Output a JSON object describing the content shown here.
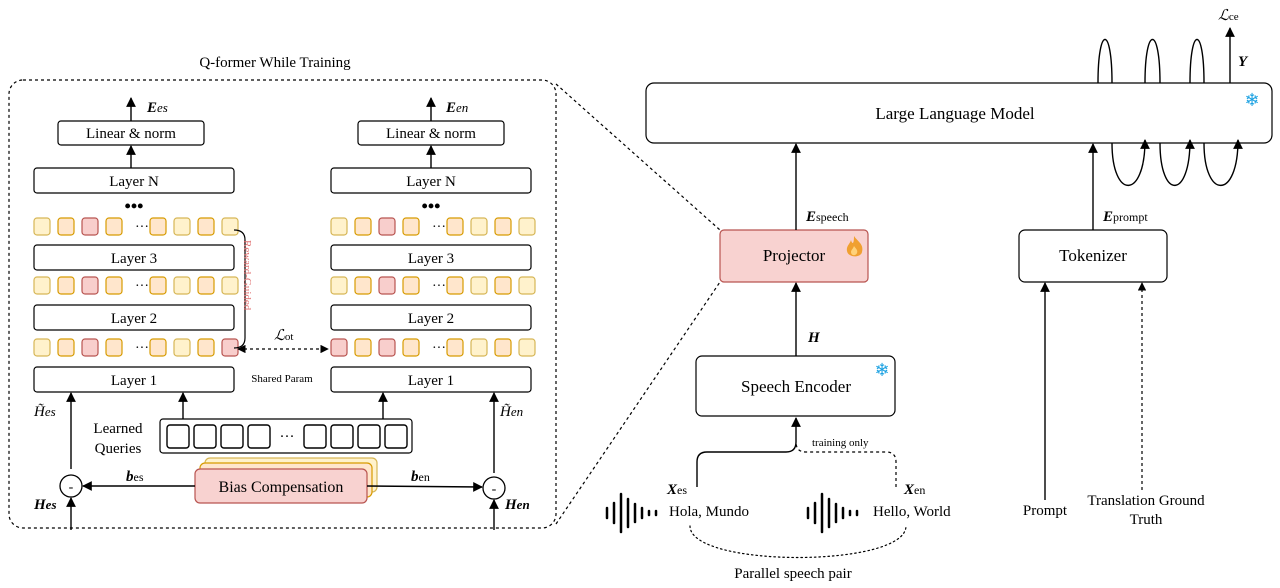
{
  "qformer": {
    "title": "Q-former While Training",
    "linear_norm": "Linear & norm",
    "layer_n": "Layer N",
    "layer_3": "Layer 3",
    "layer_2": "Layer 2",
    "layer_1": "Layer 1",
    "dots": "•••",
    "ellipsis": "···",
    "reward_guided": "Reward-Guided",
    "shared_param": "Shared Param",
    "loss_ot": "ℒ",
    "loss_ot_sub": "ot",
    "learned_queries_1": "Learned",
    "learned_queries_2": "Queries",
    "bias_compensation": "Bias Compensation",
    "minus": "-",
    "out_es": "E",
    "out_es_sub": "es",
    "out_en": "E",
    "out_en_sub": "en",
    "h_tilde_es": "H̃",
    "h_tilde_es_sub": "es",
    "h_tilde_en": "H̃",
    "h_tilde_en_sub": "en",
    "h_es": "H",
    "h_es_sub": "es",
    "h_en": "H",
    "h_en_sub": "en",
    "b_es": "b",
    "b_es_sub": "es",
    "b_en": "b",
    "b_en_sub": "en"
  },
  "pipeline": {
    "llm": "Large Language Model",
    "projector": "Projector",
    "speech_encoder": "Speech Encoder",
    "tokenizer": "Tokenizer",
    "loss_ce": "ℒ",
    "loss_ce_sub": "ce",
    "y_label": "Y",
    "e_speech": "E",
    "e_speech_sub": "speech",
    "e_prompt": "E",
    "e_prompt_sub": "prompt",
    "h_label": "H",
    "training_only": "training only",
    "x_es": "X",
    "x_es_sub": "es",
    "x_en": "X",
    "x_en_sub": "en",
    "hola": "Hola, Mundo",
    "hello": "Hello, World",
    "parallel_pair": "Parallel speech pair",
    "prompt": "Prompt",
    "translation_1": "Translation Ground",
    "translation_2": "Truth"
  },
  "icons": {
    "frozen": "snowflake-icon",
    "trainable": "flame-icon",
    "audio": "waveform-icon"
  },
  "colors": {
    "projector_fill": "#f8d2d0",
    "projector_stroke": "#b85450",
    "frozen_icon": "#1ba1e2",
    "flame": "#f0a030",
    "reward_guided_text": "#e07070",
    "token_yellow": "#fff2cc",
    "token_orange": "#ffe6cc",
    "token_pink": "#f8cecc"
  }
}
